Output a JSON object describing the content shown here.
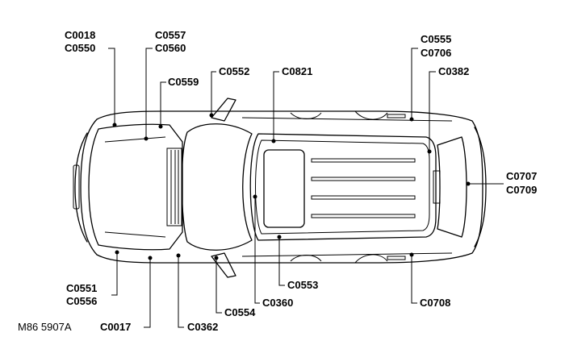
{
  "figure_ref": "M86 5907A",
  "connectors": {
    "c0018": "C0018",
    "c0550": "C0550",
    "c0557": "C0557",
    "c0560": "C0560",
    "c0559": "C0559",
    "c0552": "C0552",
    "c0821": "C0821",
    "c0555": "C0555",
    "c0706": "C0706",
    "c0382": "C0382",
    "c0707": "C0707",
    "c0709": "C0709",
    "c0551": "C0551",
    "c0556": "C0556",
    "c0017": "C0017",
    "c0362": "C0362",
    "c0554": "C0554",
    "c0360": "C0360",
    "c0553": "C0553",
    "c0708": "C0708"
  }
}
